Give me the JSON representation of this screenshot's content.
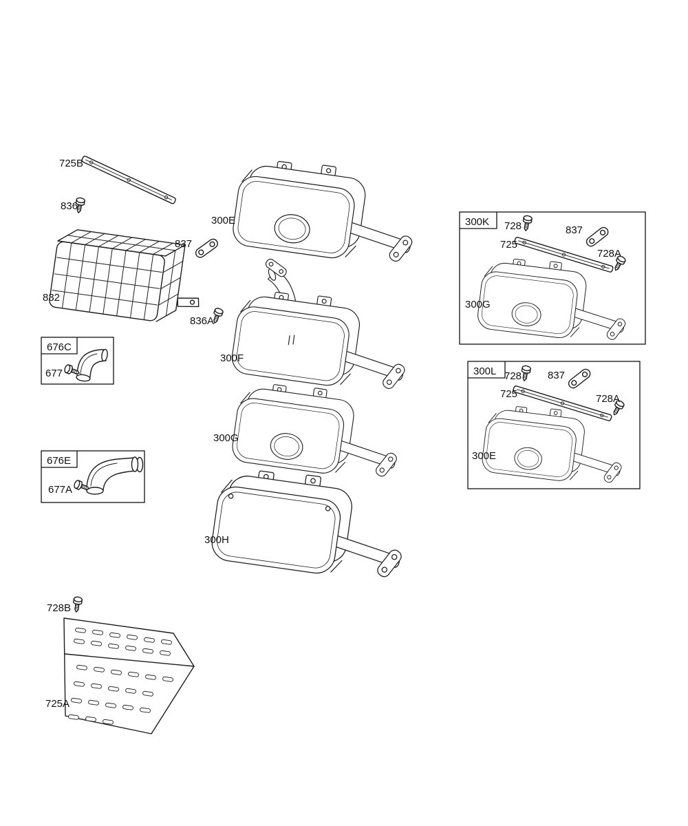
{
  "diagram": {
    "type": "exploded-parts-diagram",
    "background_color": "#ffffff",
    "line_color": "#1c1c1c",
    "callouts": {
      "p725B": "725B",
      "p836": "836",
      "p832": "832",
      "p837": "837",
      "p300E": "300E",
      "p836A": "836A",
      "p300F": "300F",
      "p300G": "300G",
      "p300H": "300H",
      "p728B": "728B",
      "p725A": "725A"
    },
    "groups": {
      "g676C": {
        "label": "676C",
        "p677": "677"
      },
      "g676E": {
        "label": "676E",
        "p677A": "677A"
      },
      "g300K": {
        "label": "300K",
        "p728": "728",
        "p837": "837",
        "p725": "725",
        "p728A": "728A",
        "p300G": "300G"
      },
      "g300L": {
        "label": "300L",
        "p728": "728",
        "p837": "837",
        "p725": "725",
        "p728A": "728A",
        "p300E": "300E"
      }
    }
  }
}
